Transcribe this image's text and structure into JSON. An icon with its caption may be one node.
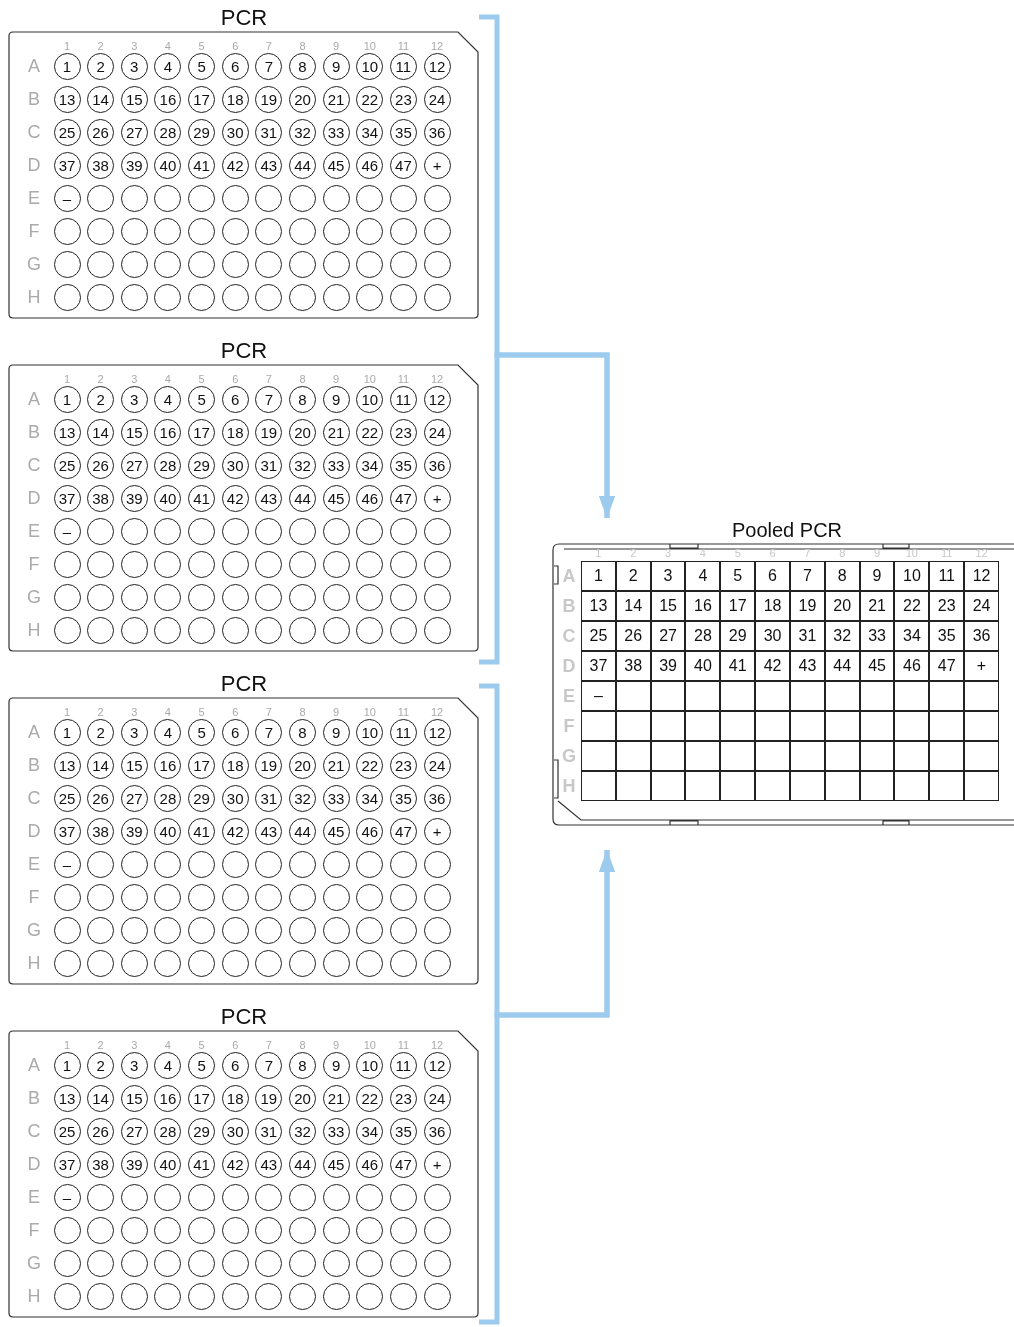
{
  "diagram": {
    "nodes": [
      {
        "text": [
          "PCR"
        ]
      },
      {
        "text": [
          "1"
        ],
        "in": 0
      },
      {
        "text": [
          "2"
        ],
        "in": 0
      },
      {
        "text": [
          "3"
        ],
        "in": 0
      },
      {
        "text": [
          "4"
        ],
        "in": 0
      },
      {
        "text": [
          "5"
        ],
        "in": 0
      },
      {
        "text": [
          "6"
        ],
        "in": 0
      },
      {
        "text": [
          "7"
        ],
        "in": 0
      },
      {
        "text": [
          "8"
        ],
        "in": 0
      },
      {
        "text": [
          "9"
        ],
        "in": 0
      },
      {
        "text": [
          "10"
        ],
        "in": 0
      },
      {
        "text": [
          "11"
        ],
        "in": 0
      },
      {
        "text": [
          "12"
        ],
        "in": 0
      },
      {
        "text": [
          "13"
        ],
        "in": 0
      },
      {
        "text": [
          "14"
        ],
        "in": 0
      },
      {
        "text": [
          "15"
        ],
        "in": 0
      },
      {
        "text": [
          "16"
        ],
        "in": 0
      },
      {
        "text": [
          "17"
        ],
        "in": 0
      },
      {
        "text": [
          "18"
        ],
        "in": 0
      },
      {
        "text": [
          "19"
        ],
        "in": 0
      },
      {
        "text": [
          "20"
        ],
        "in": 0
      },
      {
        "text": [
          "21"
        ],
        "in": 0
      },
      {
        "text": [
          "22"
        ],
        "in": 0
      },
      {
        "text": [
          "23"
        ],
        "in": 0
      },
      {
        "text": [
          "24"
        ],
        "in": 0
      },
      {
        "text": [
          "25"
        ],
        "in": 0
      },
      {
        "text": [
          "26"
        ],
        "in": 0
      },
      {
        "text": [
          "27"
        ],
        "in": 0
      },
      {
        "text": [
          "28"
        ],
        "in": 0
      },
      {
        "text": [
          "29"
        ],
        "in": 0
      },
      {
        "text": [
          "30"
        ],
        "in": 0
      },
      {
        "text": [
          "31"
        ],
        "in": 0
      },
      {
        "text": [
          "32"
        ],
        "in": 0
      },
      {
        "text": [
          "33"
        ],
        "in": 0
      },
      {
        "text": [
          "34"
        ],
        "in": 0
      },
      {
        "text": [
          "35"
        ],
        "in": 0
      },
      {
        "text": [
          "36"
        ],
        "in": 0
      },
      {
        "text": [
          "37"
        ],
        "in": 0
      },
      {
        "text": [
          "38"
        ],
        "in": 0
      },
      {
        "text": [
          "39"
        ],
        "in": 0
      },
      {
        "text": [
          "40"
        ],
        "in": 0
      },
      {
        "text": [
          "41"
        ],
        "in": 0
      },
      {
        "text": [
          "42"
        ],
        "in": 0
      },
      {
        "text": [
          "43"
        ],
        "in": 0
      },
      {
        "text": [
          "44"
        ],
        "in": 0
      },
      {
        "text": [
          "45"
        ],
        "in": 0
      },
      {
        "text": [
          "46"
        ],
        "in": 0
      },
      {
        "text": [
          "47"
        ],
        "in": 0
      },
      {
        "text": [
          "+"
        ],
        "in": 0
      },
      {
        "text": [
          "–"
        ],
        "in": 0
      },
      {
        "text": [],
        "shape": "circle",
        "in": 0
      },
      {
        "text": [],
        "shape": "circle",
        "in": 0
      },
      {
        "text": [],
        "shape": "circle",
        "in": 0
      },
      {
        "text": [],
        "shape": "circle",
        "in": 0
      },
      {
        "text": [],
        "shape": "circle",
        "in": 0
      },
      {
        "text": [],
        "shape": "circle",
        "in": 0
      },
      {
        "text": [],
        "shape": "circle",
        "in": 0
      },
      {
        "text": [],
        "shape": "circle",
        "in": 0
      },
      {
        "text": [],
        "shape": "circle",
        "in": 0
      },
      {
        "text": [],
        "shape": "circle",
        "in": 0
      },
      {
        "text": [],
        "shape": "circle",
        "in": 0
      },
      {
        "text": [],
        "shape": "circle",
        "in": 0
      },
      {
        "text": [],
        "shape": "circle",
        "in": 0
      },
      {
        "text": [],
        "shape": "circle",
        "in": 0
      },
      {
        "text": [],
        "shape": "circle",
        "in": 0
      },
      {
        "text": [],
        "shape": "circle",
        "in": 0
      },
      {
        "text": [],
        "shape": "circle",
        "in": 0
      },
      {
        "text": [],
        "shape": "circle",
        "in": 0
      },
      {
        "text": [],
        "shape": "circle",
        "in": 0
      },
      {
        "text": [],
        "shape": "circle",
        "in": 0
      },
      {
        "text": [],
        "shape": "circle",
        "in": 0
      },
      {
        "text": [],
        "shape": "circle",
        "in": 0
      },
      {
        "text": [],
        "shape": "circle",
        "in": 0
      },
      {
        "text": [],
        "shape": "circle",
        "in": 0
      },
      {
        "text": [],
        "shape": "circle",
        "in": 0
      },
      {
        "text": [],
        "shape": "circle",
        "in": 0
      },
      {
        "text": [],
        "shape": "circle",
        "in": 0
      },
      {
        "text": [],
        "shape": "circle",
        "in": 0
      },
      {
        "text": [],
        "shape": "circle",
        "in": 0
      },
      {
        "text": [],
        "shape": "circle",
        "in": 0
      },
      {
        "text": [],
        "shape": "circle",
        "in": 0
      },
      {
        "text": [],
        "shape": "circle",
        "in": 0
      },
      {
        "text": [],
        "shape": "circle",
        "in": 0
      },
      {
        "text": [],
        "shape": "circle",
        "in": 0
      },
      {
        "text": [],
        "shape": "circle",
        "in": 0
      },
      {
        "text": [],
        "shape": "circle",
        "in": 0
      },
      {
        "text": [],
        "shape": "circle",
        "in": 0
      },
      {
        "text": [],
        "shape": "circle",
        "in": 0
      },
      {
        "text": [],
        "shape": "circle",
        "in": 0
      },
      {
        "text": [],
        "shape": "circle",
        "in": 0
      },
      {
        "text": [],
        "shape": "circle",
        "in": 0
      },
      {
        "text": [],
        "shape": "circle",
        "in": 0
      },
      {
        "text": [],
        "shape": "circle",
        "in": 0
      },
      {
        "text": [],
        "shape": "circle",
        "in": 0
      },
      {
        "text": [],
        "shape": "circle",
        "in": 0
      },
      {
        "text": [],
        "shape": "circle",
        "in": 0
      },
      {
        "text": [],
        "shape": "circle",
        "in": 0
      },
      {
        "text": [
          "PCR"
        ]
      },
      {
        "text": [
          "1"
        ],
        "in": 97
      },
      {
        "text": [
          "2"
        ],
        "in": 97
      },
      {
        "text": [
          "3"
        ],
        "in": 97
      },
      {
        "text": [
          "4"
        ],
        "in": 97
      },
      {
        "text": [
          "5"
        ],
        "in": 97
      },
      {
        "text": [
          "6"
        ],
        "in": 97
      },
      {
        "text": [
          "7"
        ],
        "in": 97
      },
      {
        "text": [
          "8"
        ],
        "in": 97
      },
      {
        "text": [
          "9"
        ],
        "in": 97
      },
      {
        "text": [
          "10"
        ],
        "in": 97
      },
      {
        "text": [
          "11"
        ],
        "in": 97
      },
      {
        "text": [
          "12"
        ],
        "in": 97
      },
      {
        "text": [
          "13"
        ],
        "in": 97
      },
      {
        "text": [
          "14"
        ],
        "in": 97
      },
      {
        "text": [
          "15"
        ],
        "in": 97
      },
      {
        "text": [
          "16"
        ],
        "in": 97
      },
      {
        "text": [
          "17"
        ],
        "in": 97
      },
      {
        "text": [
          "18"
        ],
        "in": 97
      },
      {
        "text": [
          "19"
        ],
        "in": 97
      },
      {
        "text": [
          "20"
        ],
        "in": 97
      },
      {
        "text": [
          "21"
        ],
        "in": 97
      },
      {
        "text": [
          "22"
        ],
        "in": 97
      },
      {
        "text": [
          "23"
        ],
        "in": 97
      },
      {
        "text": [
          "24"
        ],
        "in": 97
      },
      {
        "text": [
          "25"
        ],
        "in": 97
      },
      {
        "text": [
          "26"
        ],
        "in": 97
      },
      {
        "text": [
          "27"
        ],
        "in": 97
      },
      {
        "text": [
          "28"
        ],
        "in": 97
      },
      {
        "text": [
          "29"
        ],
        "in": 97
      },
      {
        "text": [
          "30"
        ],
        "in": 97
      },
      {
        "text": [
          "31"
        ],
        "in": 97
      },
      {
        "text": [
          "32"
        ],
        "in": 97
      },
      {
        "text": [
          "33"
        ],
        "in": 97
      },
      {
        "text": [
          "34"
        ],
        "in": 97
      },
      {
        "text": [
          "35"
        ],
        "in": 97
      },
      {
        "text": [
          "36"
        ],
        "in": 97
      },
      {
        "text": [
          "37"
        ],
        "in": 97
      },
      {
        "text": [
          "38"
        ],
        "in": 97
      },
      {
        "text": [
          "39"
        ],
        "in": 97
      },
      {
        "text": [
          "40"
        ],
        "in": 97
      },
      {
        "text": [
          "41"
        ],
        "in": 97
      },
      {
        "text": [
          "42"
        ],
        "in": 97
      },
      {
        "text": [
          "43"
        ],
        "in": 97
      },
      {
        "text": [
          "44"
        ],
        "in": 97
      },
      {
        "text": [
          "45"
        ],
        "in": 97
      },
      {
        "text": [
          "46"
        ],
        "in": 97
      },
      {
        "text": [
          "47"
        ],
        "in": 97
      },
      {
        "text": [
          "+"
        ],
        "in": 97
      },
      {
        "text": [
          "–"
        ],
        "in": 97
      },
      {
        "text": [],
        "shape": "circle",
        "in": 97
      },
      {
        "text": [],
        "shape": "circle",
        "in": 97
      },
      {
        "text": [],
        "shape": "circle",
        "in": 97
      },
      {
        "text": [],
        "shape": "circle",
        "in": 97
      },
      {
        "text": [],
        "shape": "circle",
        "in": 97
      },
      {
        "text": [],
        "shape": "circle",
        "in": 97
      },
      {
        "text": [],
        "shape": "circle",
        "in": 97
      },
      {
        "text": [],
        "shape": "circle",
        "in": 97
      },
      {
        "text": [],
        "shape": "circle",
        "in": 97
      },
      {
        "text": [],
        "shape": "circle",
        "in": 97
      },
      {
        "text": [],
        "shape": "circle",
        "in": 97
      },
      {
        "text": [],
        "shape": "circle",
        "in": 97
      },
      {
        "text": [],
        "shape": "circle",
        "in": 97
      },
      {
        "text": [],
        "shape": "circle",
        "in": 97
      },
      {
        "text": [],
        "shape": "circle",
        "in": 97
      },
      {
        "text": [],
        "shape": "circle",
        "in": 97
      },
      {
        "text": [],
        "shape": "circle",
        "in": 97
      },
      {
        "text": [],
        "shape": "circle",
        "in": 97
      },
      {
        "text": [],
        "shape": "circle",
        "in": 97
      },
      {
        "text": [],
        "shape": "circle",
        "in": 97
      },
      {
        "text": [],
        "shape": "circle",
        "in": 97
      },
      {
        "text": [],
        "shape": "circle",
        "in": 97
      },
      {
        "text": [],
        "shape": "circle",
        "in": 97
      },
      {
        "text": [],
        "shape": "circle",
        "in": 97
      },
      {
        "text": [],
        "shape": "circle",
        "in": 97
      },
      {
        "text": [],
        "shape": "circle",
        "in": 97
      },
      {
        "text": [],
        "shape": "circle",
        "in": 97
      },
      {
        "text": [],
        "shape": "circle",
        "in": 97
      },
      {
        "text": [],
        "shape": "circle",
        "in": 97
      },
      {
        "text": [],
        "shape": "circle",
        "in": 97
      },
      {
        "text": [],
        "shape": "circle",
        "in": 97
      },
      {
        "text": [],
        "shape": "circle",
        "in": 97
      },
      {
        "text": [],
        "shape": "circle",
        "in": 97
      },
      {
        "text": [],
        "shape": "circle",
        "in": 97
      },
      {
        "text": [],
        "shape": "circle",
        "in": 97
      },
      {
        "text": [],
        "shape": "circle",
        "in": 97
      },
      {
        "text": [],
        "shape": "circle",
        "in": 97
      },
      {
        "text": [],
        "shape": "circle",
        "in": 97
      },
      {
        "text": [],
        "shape": "circle",
        "in": 97
      },
      {
        "text": [],
        "shape": "circle",
        "in": 97
      },
      {
        "text": [],
        "shape": "circle",
        "in": 97
      },
      {
        "text": [],
        "shape": "circle",
        "in": 97
      },
      {
        "text": [],
        "shape": "circle",
        "in": 97
      },
      {
        "text": [],
        "shape": "circle",
        "in": 97
      },
      {
        "text": [],
        "shape": "circle",
        "in": 97
      },
      {
        "text": [],
        "shape": "circle",
        "in": 97
      },
      {
        "text": [],
        "shape": "circle",
        "in": 97
      },
      {
        "text": [
          "PCR"
        ]
      },
      {
        "text": [
          "1"
        ],
        "in": 194
      },
      {
        "text": [
          "2"
        ],
        "in": 194
      },
      {
        "text": [
          "3"
        ],
        "in": 194
      },
      {
        "text": [
          "4"
        ],
        "in": 194
      },
      {
        "text": [
          "5"
        ],
        "in": 194
      },
      {
        "text": [
          "6"
        ],
        "in": 194
      },
      {
        "text": [
          "7"
        ],
        "in": 194
      },
      {
        "text": [
          "8"
        ],
        "in": 194
      },
      {
        "text": [
          "9"
        ],
        "in": 194
      },
      {
        "text": [
          "10"
        ],
        "in": 194
      },
      {
        "text": [
          "11"
        ],
        "in": 194
      },
      {
        "text": [
          "12"
        ],
        "in": 194
      },
      {
        "text": [
          "13"
        ],
        "in": 194
      },
      {
        "text": [
          "14"
        ],
        "in": 194
      },
      {
        "text": [
          "15"
        ],
        "in": 194
      },
      {
        "text": [
          "16"
        ],
        "in": 194
      },
      {
        "text": [
          "17"
        ],
        "in": 194
      },
      {
        "text": [
          "18"
        ],
        "in": 194
      },
      {
        "text": [
          "19"
        ],
        "in": 194
      },
      {
        "text": [
          "20"
        ],
        "in": 194
      },
      {
        "text": [
          "21"
        ],
        "in": 194
      },
      {
        "text": [
          "22"
        ],
        "in": 194
      },
      {
        "text": [
          "23"
        ],
        "in": 194
      },
      {
        "text": [
          "24"
        ],
        "in": 194
      },
      {
        "text": [
          "25"
        ],
        "in": 194
      },
      {
        "text": [
          "26"
        ],
        "in": 194
      },
      {
        "text": [
          "27"
        ],
        "in": 194
      },
      {
        "text": [
          "28"
        ],
        "in": 194
      },
      {
        "text": [
          "29"
        ],
        "in": 194
      },
      {
        "text": [
          "30"
        ],
        "in": 194
      },
      {
        "text": [
          "31"
        ],
        "in": 194
      },
      {
        "text": [
          "32"
        ],
        "in": 194
      },
      {
        "text": [
          "33"
        ],
        "in": 194
      },
      {
        "text": [
          "34"
        ],
        "in": 194
      },
      {
        "text": [
          "35"
        ],
        "in": 194
      },
      {
        "text": [
          "36"
        ],
        "in": 194
      },
      {
        "text": [
          "37"
        ],
        "in": 194
      },
      {
        "text": [
          "38"
        ],
        "in": 194
      },
      {
        "text": [
          "39"
        ],
        "in": 194
      },
      {
        "text": [
          "40"
        ],
        "in": 194
      },
      {
        "text": [
          "41"
        ],
        "in": 194
      },
      {
        "text": [
          "42"
        ],
        "in": 194
      },
      {
        "text": [
          "43"
        ],
        "in": 194
      },
      {
        "text": [
          "44"
        ],
        "in": 194
      },
      {
        "text": [
          "45"
        ],
        "in": 194
      },
      {
        "text": [
          "46"
        ],
        "in": 194
      },
      {
        "text": [
          "47"
        ],
        "in": 194
      },
      {
        "text": [
          "+"
        ],
        "in": 194
      },
      {
        "text": [
          "–"
        ],
        "in": 194
      },
      {
        "text": [],
        "shape": "circle",
        "in": 194
      },
      {
        "text": [],
        "shape": "circle",
        "in": 194
      },
      {
        "text": [],
        "shape": "circle",
        "in": 194
      },
      {
        "text": [],
        "shape": "circle",
        "in": 194
      },
      {
        "text": [],
        "shape": "circle",
        "in": 194
      },
      {
        "text": [],
        "shape": "circle",
        "in": 194
      },
      {
        "text": [],
        "shape": "circle",
        "in": 194
      },
      {
        "text": [],
        "shape": "circle",
        "in": 194
      },
      {
        "text": [],
        "shape": "circle",
        "in": 194
      },
      {
        "text": [],
        "shape": "circle",
        "in": 194
      },
      {
        "text": [],
        "shape": "circle",
        "in": 194
      },
      {
        "text": [],
        "shape": "circle",
        "in": 194
      },
      {
        "text": [],
        "shape": "circle",
        "in": 194
      },
      {
        "text": [],
        "shape": "circle",
        "in": 194
      },
      {
        "text": [],
        "shape": "circle",
        "in": 194
      },
      {
        "text": [],
        "shape": "circle",
        "in": 194
      },
      {
        "text": [],
        "shape": "circle",
        "in": 194
      },
      {
        "text": [],
        "shape": "circle",
        "in": 194
      },
      {
        "text": [],
        "shape": "circle",
        "in": 194
      },
      {
        "text": [],
        "shape": "circle",
        "in": 194
      },
      {
        "text": [],
        "shape": "circle",
        "in": 194
      },
      {
        "text": [],
        "shape": "circle",
        "in": 194
      },
      {
        "text": [],
        "shape": "circle",
        "in": 194
      },
      {
        "text": [],
        "shape": "circle",
        "in": 194
      },
      {
        "text": [],
        "shape": "circle",
        "in": 194
      },
      {
        "text": [],
        "shape": "circle",
        "in": 194
      },
      {
        "text": [],
        "shape": "circle",
        "in": 194
      },
      {
        "text": [],
        "shape": "circle",
        "in": 194
      },
      {
        "text": [],
        "shape": "circle",
        "in": 194
      },
      {
        "text": [],
        "shape": "circle",
        "in": 194
      },
      {
        "text": [],
        "shape": "circle",
        "in": 194
      },
      {
        "text": [],
        "shape": "circle",
        "in": 194
      },
      {
        "text": [],
        "shape": "circle",
        "in": 194
      },
      {
        "text": [],
        "shape": "circle",
        "in": 194
      },
      {
        "text": [],
        "shape": "circle",
        "in": 194
      },
      {
        "text": [],
        "shape": "circle",
        "in": 194
      },
      {
        "text": [],
        "shape": "circle",
        "in": 194
      },
      {
        "text": [],
        "shape": "circle",
        "in": 194
      },
      {
        "text": [],
        "shape": "circle",
        "in": 194
      },
      {
        "text": [],
        "shape": "circle",
        "in": 194
      },
      {
        "text": [],
        "shape": "circle",
        "in": 194
      },
      {
        "text": [],
        "shape": "circle",
        "in": 194
      },
      {
        "text": [],
        "shape": "circle",
        "in": 194
      },
      {
        "text": [],
        "shape": "circle",
        "in": 194
      },
      {
        "text": [],
        "shape": "circle",
        "in": 194
      },
      {
        "text": [],
        "shape": "circle",
        "in": 194
      },
      {
        "text": [],
        "shape": "circle",
        "in": 194
      },
      {
        "text": [
          "PCR"
        ]
      },
      {
        "text": [
          "1"
        ],
        "in": 291
      },
      {
        "text": [
          "2"
        ],
        "in": 291
      },
      {
        "text": [
          "3"
        ],
        "in": 291
      },
      {
        "text": [
          "4"
        ],
        "in": 291
      },
      {
        "text": [
          "5"
        ],
        "in": 291
      },
      {
        "text": [
          "6"
        ],
        "in": 291
      },
      {
        "text": [
          "7"
        ],
        "in": 291
      },
      {
        "text": [
          "8"
        ],
        "in": 291
      },
      {
        "text": [
          "9"
        ],
        "in": 291
      },
      {
        "text": [
          "10"
        ],
        "in": 291
      },
      {
        "text": [
          "11"
        ],
        "in": 291
      },
      {
        "text": [
          "12"
        ],
        "in": 291
      },
      {
        "text": [
          "13"
        ],
        "in": 291
      },
      {
        "text": [
          "14"
        ],
        "in": 291
      },
      {
        "text": [
          "15"
        ],
        "in": 291
      },
      {
        "text": [
          "16"
        ],
        "in": 291
      },
      {
        "text": [
          "17"
        ],
        "in": 291
      },
      {
        "text": [
          "18"
        ],
        "in": 291
      },
      {
        "text": [
          "19"
        ],
        "in": 291
      },
      {
        "text": [
          "20"
        ],
        "in": 291
      },
      {
        "text": [
          "21"
        ],
        "in": 291
      },
      {
        "text": [
          "22"
        ],
        "in": 291
      },
      {
        "text": [
          "23"
        ],
        "in": 291
      },
      {
        "text": [
          "24"
        ],
        "in": 291
      },
      {
        "text": [
          "25"
        ],
        "in": 291
      },
      {
        "text": [
          "26"
        ],
        "in": 291
      },
      {
        "text": [
          "27"
        ],
        "in": 291
      },
      {
        "text": [
          "28"
        ],
        "in": 291
      },
      {
        "text": [
          "29"
        ],
        "in": 291
      },
      {
        "text": [
          "30"
        ],
        "in": 291
      },
      {
        "text": [
          "31"
        ],
        "in": 291
      },
      {
        "text": [
          "32"
        ],
        "in": 291
      },
      {
        "text": [
          "33"
        ],
        "in": 291
      },
      {
        "text": [
          "34"
        ],
        "in": 291
      },
      {
        "text": [
          "35"
        ],
        "in": 291
      },
      {
        "text": [
          "36"
        ],
        "in": 291
      },
      {
        "text": [
          "37"
        ],
        "in": 291
      },
      {
        "text": [
          "38"
        ],
        "in": 291
      },
      {
        "text": [
          "39"
        ],
        "in": 291
      },
      {
        "text": [
          "40"
        ],
        "in": 291
      },
      {
        "text": [
          "41"
        ],
        "in": 291
      },
      {
        "text": [
          "42"
        ],
        "in": 291
      },
      {
        "text": [
          "43"
        ],
        "in": 291
      },
      {
        "text": [
          "44"
        ],
        "in": 291
      },
      {
        "text": [
          "45"
        ],
        "in": 291
      },
      {
        "text": [
          "46"
        ],
        "in": 291
      },
      {
        "text": [
          "47"
        ],
        "in": 291
      },
      {
        "text": [
          "+"
        ],
        "in": 291
      },
      {
        "text": [
          "–"
        ],
        "in": 291
      },
      {
        "text": [],
        "shape": "circle",
        "in": 291
      },
      {
        "text": [],
        "shape": "circle",
        "in": 291
      },
      {
        "text": [],
        "shape": "circle",
        "in": 291
      },
      {
        "text": [],
        "shape": "circle",
        "in": 291
      },
      {
        "text": [],
        "shape": "circle",
        "in": 291
      },
      {
        "text": [],
        "shape": "circle",
        "in": 291
      },
      {
        "text": [],
        "shape": "circle",
        "in": 291
      },
      {
        "text": [],
        "shape": "circle",
        "in": 291
      },
      {
        "text": [],
        "shape": "circle",
        "in": 291
      },
      {
        "text": [],
        "shape": "circle",
        "in": 291
      },
      {
        "text": [],
        "shape": "circle",
        "in": 291
      },
      {
        "text": [],
        "shape": "circle",
        "in": 291
      },
      {
        "text": [],
        "shape": "circle",
        "in": 291
      },
      {
        "text": [],
        "shape": "circle",
        "in": 291
      },
      {
        "text": [],
        "shape": "circle",
        "in": 291
      },
      {
        "text": [],
        "shape": "circle",
        "in": 291
      },
      {
        "text": [],
        "shape": "circle",
        "in": 291
      },
      {
        "text": [],
        "shape": "circle",
        "in": 291
      },
      {
        "text": [],
        "shape": "circle",
        "in": 291
      },
      {
        "text": [],
        "shape": "circle",
        "in": 291
      },
      {
        "text": [],
        "shape": "circle",
        "in": 291
      },
      {
        "text": [],
        "shape": "circle",
        "in": 291
      },
      {
        "text": [],
        "shape": "circle",
        "in": 291
      },
      {
        "text": [],
        "shape": "circle",
        "in": 291
      },
      {
        "text": [],
        "shape": "circle",
        "in": 291
      },
      {
        "text": [],
        "shape": "circle",
        "in": 291
      },
      {
        "text": [],
        "shape": "circle",
        "in": 291
      },
      {
        "text": [],
        "shape": "circle",
        "in": 291
      },
      {
        "text": [],
        "shape": "circle",
        "in": 291
      },
      {
        "text": [],
        "shape": "circle",
        "in": 291
      },
      {
        "text": [],
        "shape": "circle",
        "in": 291
      },
      {
        "text": [],
        "shape": "circle",
        "in": 291
      },
      {
        "text": [],
        "shape": "circle",
        "in": 291
      },
      {
        "text": [],
        "shape": "circle",
        "in": 291
      },
      {
        "text": [],
        "shape": "circle",
        "in": 291
      },
      {
        "text": [],
        "shape": "circle",
        "in": 291
      },
      {
        "text": [],
        "shape": "circle",
        "in": 291
      },
      {
        "text": [],
        "shape": "circle",
        "in": 291
      },
      {
        "text": [],
        "shape": "circle",
        "in": 291
      },
      {
        "text": [],
        "shape": "circle",
        "in": 291
      },
      {
        "text": [],
        "shape": "circle",
        "in": 291
      },
      {
        "text": [],
        "shape": "circle",
        "in": 291
      },
      {
        "text": [],
        "shape": "circle",
        "in": 291
      },
      {
        "text": [],
        "shape": "circle",
        "in": 291
      },
      {
        "text": [],
        "shape": "circle",
        "in": 291
      },
      {
        "text": [],
        "shape": "circle",
        "in": 291
      },
      {
        "text": [],
        "shape": "circle",
        "in": 291
      },
      {
        "text": [
          "Pooled PCR"
        ]
      },
      {
        "text": [
          "1"
        ],
        "in": 388
      },
      {
        "text": [
          "2"
        ],
        "in": 388
      },
      {
        "text": [
          "3"
        ],
        "in": 388
      },
      {
        "text": [
          "4"
        ],
        "in": 388
      },
      {
        "text": [
          "5"
        ],
        "in": 388
      },
      {
        "text": [
          "6"
        ],
        "in": 388
      },
      {
        "text": [
          "7"
        ],
        "in": 388
      },
      {
        "text": [
          "8"
        ],
        "in": 388
      },
      {
        "text": [
          "9"
        ],
        "in": 388
      },
      {
        "text": [
          "10"
        ],
        "in": 388
      },
      {
        "text": [
          "11"
        ],
        "in": 388
      },
      {
        "text": [
          "12"
        ],
        "in": 388
      },
      {
        "text": [
          "13"
        ],
        "in": 388
      },
      {
        "text": [
          "14"
        ],
        "in": 388
      },
      {
        "text": [
          "15"
        ],
        "in": 388
      },
      {
        "text": [
          "16"
        ],
        "in": 388
      },
      {
        "text": [
          "17"
        ],
        "in": 388
      },
      {
        "text": [
          "18"
        ],
        "in": 388
      },
      {
        "text": [
          "19"
        ],
        "in": 388
      },
      {
        "text": [
          "20"
        ],
        "in": 388
      },
      {
        "text": [
          "21"
        ],
        "in": 388
      },
      {
        "text": [
          "22"
        ],
        "in": 388
      },
      {
        "text": [
          "23"
        ],
        "in": 388
      },
      {
        "text": [
          "24"
        ],
        "in": 388
      },
      {
        "text": [
          "25"
        ],
        "in": 388
      },
      {
        "text": [
          "26"
        ],
        "in": 388
      },
      {
        "text": [
          "27"
        ],
        "in": 388
      },
      {
        "text": [
          "28"
        ],
        "in": 388
      },
      {
        "text": [
          "29"
        ],
        "in": 388
      },
      {
        "text": [
          "30"
        ],
        "in": 388
      },
      {
        "text": [
          "31"
        ],
        "in": 388
      },
      {
        "text": [
          "32"
        ],
        "in": 388
      },
      {
        "text": [
          "33"
        ],
        "in": 388
      },
      {
        "text": [
          "34"
        ],
        "in": 388
      },
      {
        "text": [
          "35"
        ],
        "in": 388
      },
      {
        "text": [
          "36"
        ],
        "in": 388
      },
      {
        "text": [
          "37"
        ],
        "in": 388
      },
      {
        "text": [
          "38"
        ],
        "in": 388
      },
      {
        "text": [
          "39"
        ],
        "in": 388
      },
      {
        "text": [
          "40"
        ],
        "in": 388
      },
      {
        "text": [
          "41"
        ],
        "in": 388
      },
      {
        "text": [
          "42"
        ],
        "in": 388
      },
      {
        "text": [
          "43"
        ],
        "in": 388
      },
      {
        "text": [
          "44"
        ],
        "in": 388
      },
      {
        "text": [
          "45"
        ],
        "in": 388
      },
      {
        "text": [
          "46"
        ],
        "in": 388
      },
      {
        "text": [
          "47"
        ],
        "in": 388
      },
      {
        "text": [
          "+"
        ],
        "in": 388
      },
      {
        "text": [
          "–"
        ],
        "in": 388
      },
      {
        "text": [],
        "shape": "box",
        "in": 388
      },
      {
        "text": [],
        "shape": "box",
        "in": 388
      },
      {
        "text": [],
        "shape": "box",
        "in": 388
      },
      {
        "text": [],
        "shape": "box",
        "in": 388
      },
      {
        "text": [],
        "shape": "box",
        "in": 388
      },
      {
        "text": [],
        "shape": "box",
        "in": 388
      },
      {
        "text": [],
        "shape": "box",
        "in": 388
      },
      {
        "text": [],
        "shape": "box",
        "in": 388
      },
      {
        "text": [],
        "shape": "box",
        "in": 388
      },
      {
        "text": [],
        "shape": "box",
        "in": 388
      },
      {
        "text": [],
        "shape": "box",
        "in": 388
      },
      {
        "text": [],
        "shape": "box",
        "in": 388
      },
      {
        "text": [],
        "shape": "box",
        "in": 388
      },
      {
        "text": [],
        "shape": "box",
        "in": 388
      },
      {
        "text": [],
        "shape": "box",
        "in": 388
      },
      {
        "text": [],
        "shape": "box",
        "in": 388
      },
      {
        "text": [],
        "shape": "box",
        "in": 388
      },
      {
        "text": [],
        "shape": "box",
        "in": 388
      },
      {
        "text": [],
        "shape": "box",
        "in": 388
      },
      {
        "text": [],
        "shape": "box",
        "in": 388
      },
      {
        "text": [],
        "shape": "box",
        "in": 388
      },
      {
        "text": [],
        "shape": "box",
        "in": 388
      },
      {
        "text": [],
        "shape": "box",
        "in": 388
      },
      {
        "text": [],
        "shape": "box",
        "in": 388
      },
      {
        "text": [],
        "shape": "box",
        "in": 388
      },
      {
        "text": [],
        "shape": "box",
        "in": 388
      },
      {
        "text": [],
        "shape": "box",
        "in": 388
      },
      {
        "text": [],
        "shape": "box",
        "in": 388
      },
      {
        "text": [],
        "shape": "box",
        "in": 388
      },
      {
        "text": [],
        "shape": "box",
        "in": 388
      },
      {
        "text": [],
        "shape": "box",
        "in": 388
      },
      {
        "text": [],
        "shape": "box",
        "in": 388
      },
      {
        "text": [],
        "shape": "box",
        "in": 388
      },
      {
        "text": [],
        "shape": "box",
        "in": 388
      },
      {
        "text": [],
        "shape": "box",
        "in": 388
      },
      {
        "text": [],
        "shape": "box",
        "in": 388
      },
      {
        "text": [],
        "shape": "box",
        "in": 388
      },
      {
        "text": [],
        "shape": "box",
        "in": 388
      },
      {
        "text": [],
        "shape": "box",
        "in": 388
      },
      {
        "text": [],
        "shape": "box",
        "in": 388
      },
      {
        "text": [],
        "shape": "box",
        "in": 388
      },
      {
        "text": [],
        "shape": "box",
        "in": 388
      },
      {
        "text": [],
        "shape": "box",
        "in": 388
      },
      {
        "text": [],
        "shape": "box",
        "in": 388
      },
      {
        "text": [],
        "shape": "box",
        "in": 388
      },
      {
        "text": [],
        "shape": "box",
        "in": 388
      },
      {
        "text": [],
        "shape": "box",
        "in": 388
      }
    ],
    "edges": [
      {
        "from": 0,
        "to": 388,
        "arrow": "to"
      },
      {
        "from": 97,
        "to": 388,
        "arrow": "to"
      },
      {
        "from": 194,
        "to": 388,
        "arrow": "to"
      },
      {
        "from": 291,
        "to": 388,
        "arrow": "to"
      }
    ],
    "labels": [
      "1",
      "2",
      "3",
      "4",
      "5",
      "6",
      "7",
      "8",
      "9",
      "10",
      "11",
      "12",
      "A",
      "B",
      "C",
      "D",
      "E",
      "F",
      "G",
      "H",
      "1",
      "2",
      "3",
      "4",
      "5",
      "6",
      "7",
      "8",
      "9",
      "10",
      "11",
      "12",
      "A",
      "B",
      "C",
      "D",
      "E",
      "F",
      "G",
      "H",
      "1",
      "2",
      "3",
      "4",
      "5",
      "6",
      "7",
      "8",
      "9",
      "10",
      "11",
      "12",
      "A",
      "B",
      "C",
      "D",
      "E",
      "F",
      "G",
      "H",
      "1",
      "2",
      "3",
      "4",
      "5",
      "6",
      "7",
      "8",
      "9",
      "10",
      "11",
      "12",
      "A",
      "B",
      "C",
      "D",
      "E",
      "F",
      "G",
      "H",
      "1",
      "2",
      "3",
      "4",
      "5",
      "6",
      "7",
      "8",
      "9",
      "10",
      "11",
      "12",
      "A",
      "B",
      "C",
      "D",
      "E",
      "F",
      "G",
      "H"
    ]
  }
}
